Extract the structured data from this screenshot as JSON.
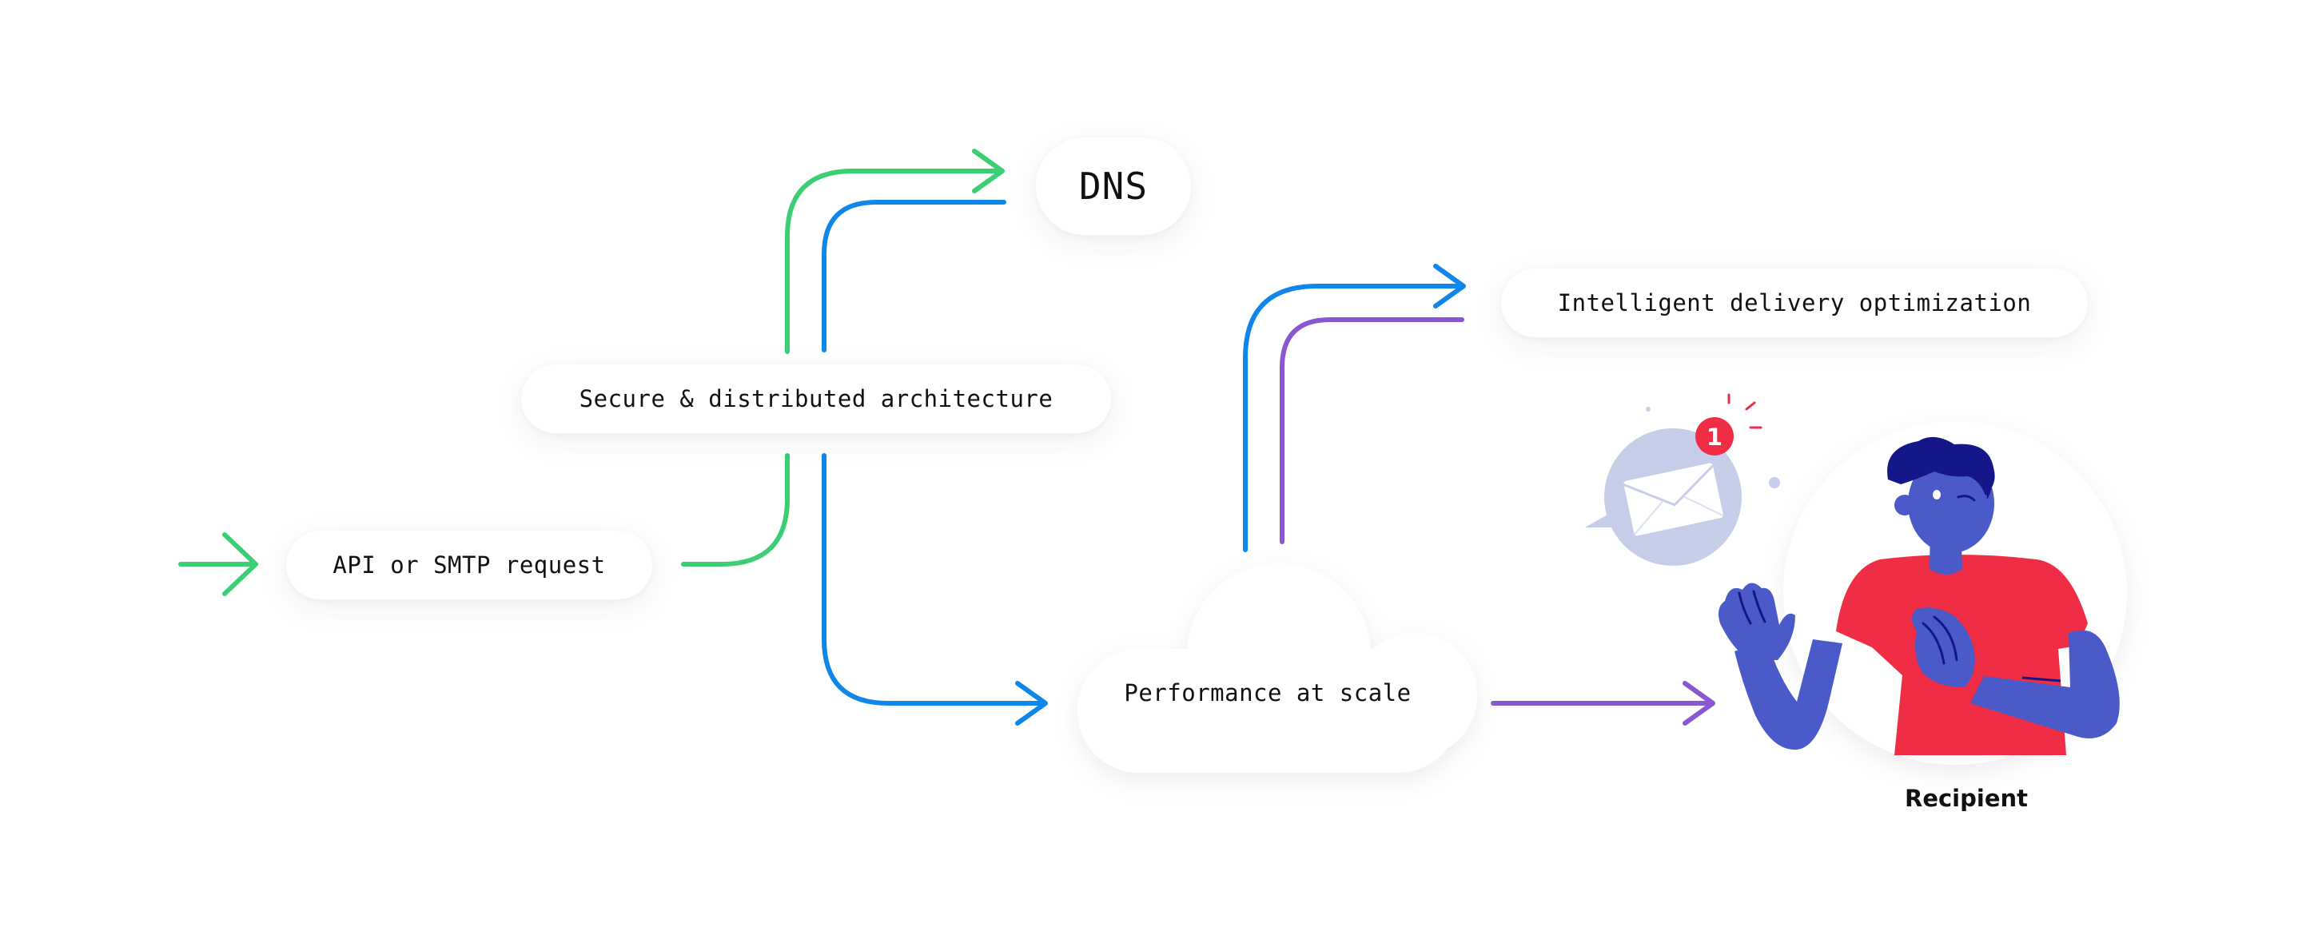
{
  "diagram": {
    "nodes": {
      "api_request": "API or SMTP request",
      "architecture": "Secure & distributed architecture",
      "dns": "DNS",
      "delivery_optimization": "Intelligent delivery optimization",
      "performance": "Performance at scale",
      "recipient": "Recipient"
    },
    "notification": {
      "badge_count": "1"
    },
    "colors": {
      "green": "#3cce74",
      "blue": "#0f86ea",
      "purple": "#8a57d1",
      "person_skin": "#4a5ac8",
      "person_shirt": "#ef2e46",
      "person_hair": "#14168a",
      "badge": "#ef2e46",
      "bubble": "#c5cde8"
    },
    "icons": [
      "envelope-icon",
      "speech-bubble-icon",
      "notification-badge-icon",
      "person-illustration"
    ]
  }
}
